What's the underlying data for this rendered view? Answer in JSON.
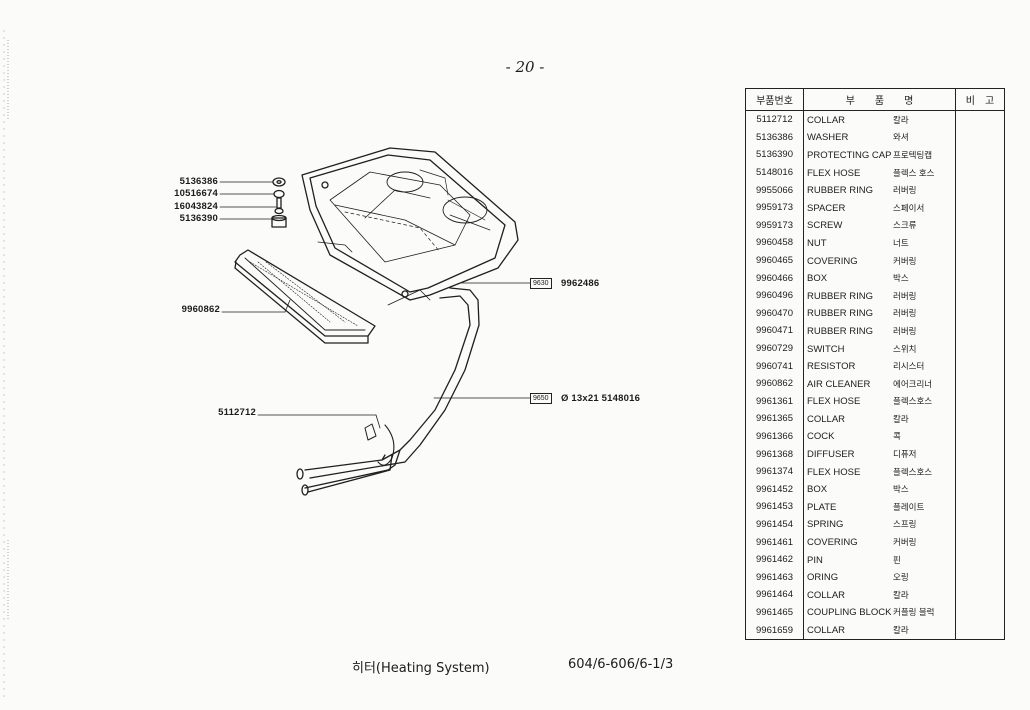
{
  "page_number": "- 20 -",
  "callouts": {
    "washer": "5136386",
    "p10516674": "10516674",
    "p16043824": "16043824",
    "cap": "5136390",
    "air_cleaner": "9960862",
    "box": "9962486",
    "box_ref": "9630",
    "hose": "Ø  13x21  5148016",
    "hose_ref": "9650",
    "collar": "5112712"
  },
  "footer": {
    "title": "히터(Heating System)",
    "code": "604/6-606/6-1/3"
  },
  "table": {
    "headers": {
      "part_no": "부품번호",
      "part_name": "부　　품　　명",
      "remarks": "비　고"
    },
    "rows": [
      {
        "no": "5112712",
        "en": "COLLAR",
        "ko": "칼라"
      },
      {
        "no": "5136386",
        "en": "WASHER",
        "ko": "와셔"
      },
      {
        "no": "5136390",
        "en": "PROTECTING CAP",
        "ko": "프로텍팅캡"
      },
      {
        "no": "5148016",
        "en": "FLEX HOSE",
        "ko": "플렉스 호스"
      },
      {
        "no": "9955066",
        "en": "RUBBER RING",
        "ko": "러버링"
      },
      {
        "no": "9959173",
        "en": "SPACER",
        "ko": "스페이서"
      },
      {
        "no": "9959173",
        "en": "SCREW",
        "ko": "스크류"
      },
      {
        "no": "9960458",
        "en": "NUT",
        "ko": "너트"
      },
      {
        "no": "9960465",
        "en": "COVERING",
        "ko": "커버링"
      },
      {
        "no": "9960466",
        "en": "BOX",
        "ko": "박스"
      },
      {
        "no": "9960496",
        "en": "RUBBER RING",
        "ko": "러버링"
      },
      {
        "no": "9960470",
        "en": "RUBBER RING",
        "ko": "러버링"
      },
      {
        "no": "9960471",
        "en": "RUBBER RING",
        "ko": "러버링"
      },
      {
        "no": "9960729",
        "en": "SWITCH",
        "ko": "스위치"
      },
      {
        "no": "9960741",
        "en": "RESISTOR",
        "ko": "리시스터"
      },
      {
        "no": "9960862",
        "en": "AIR CLEANER",
        "ko": "에어크리너"
      },
      {
        "no": "9961361",
        "en": "FLEX HOSE",
        "ko": "플렉스호스"
      },
      {
        "no": "9961365",
        "en": "COLLAR",
        "ko": "칼라"
      },
      {
        "no": "9961366",
        "en": "COCK",
        "ko": "콕"
      },
      {
        "no": "9961368",
        "en": "DIFFUSER",
        "ko": "디퓨저"
      },
      {
        "no": "9961374",
        "en": "FLEX HOSE",
        "ko": "플렉스호스"
      },
      {
        "no": "9961452",
        "en": "BOX",
        "ko": "박스"
      },
      {
        "no": "9961453",
        "en": "PLATE",
        "ko": "플레이트"
      },
      {
        "no": "9961454",
        "en": "SPRING",
        "ko": "스프링"
      },
      {
        "no": "9961461",
        "en": "COVERING",
        "ko": "커버링"
      },
      {
        "no": "9961462",
        "en": "PIN",
        "ko": "핀"
      },
      {
        "no": "9961463",
        "en": "ORING",
        "ko": "오링"
      },
      {
        "no": "9961464",
        "en": "COLLAR",
        "ko": "칼라"
      },
      {
        "no": "9961465",
        "en": "COUPLING BLOCK",
        "ko": "커플링 블럭"
      },
      {
        "no": "9961659",
        "en": "COLLAR",
        "ko": "칼라"
      }
    ]
  }
}
